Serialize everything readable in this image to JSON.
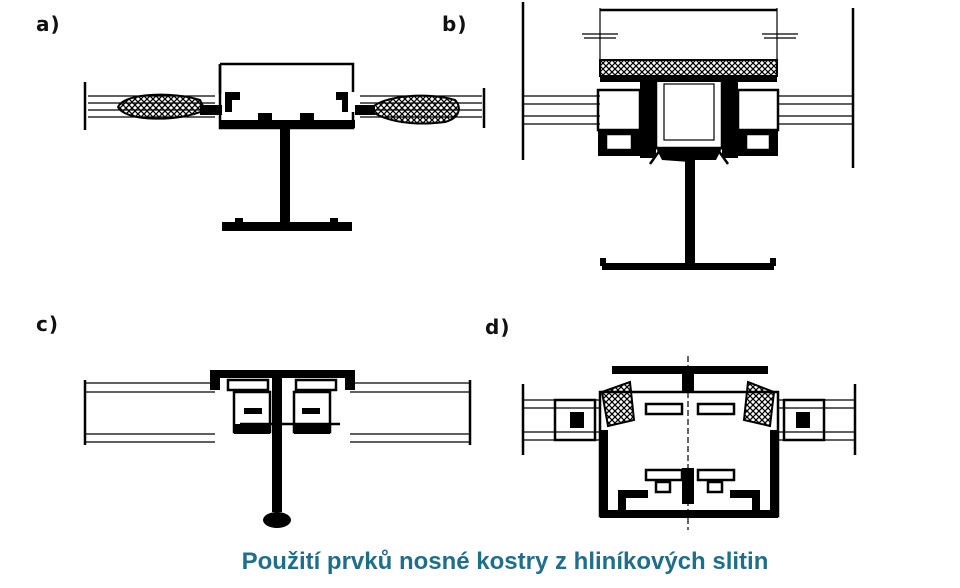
{
  "panels": [
    {
      "id": "a",
      "label": "a)"
    },
    {
      "id": "b",
      "label": "b)"
    },
    {
      "id": "c",
      "label": "c)"
    },
    {
      "id": "d",
      "label": "d)"
    }
  ],
  "caption": "Použití prvků nosné kostry z hliníkových slitin"
}
